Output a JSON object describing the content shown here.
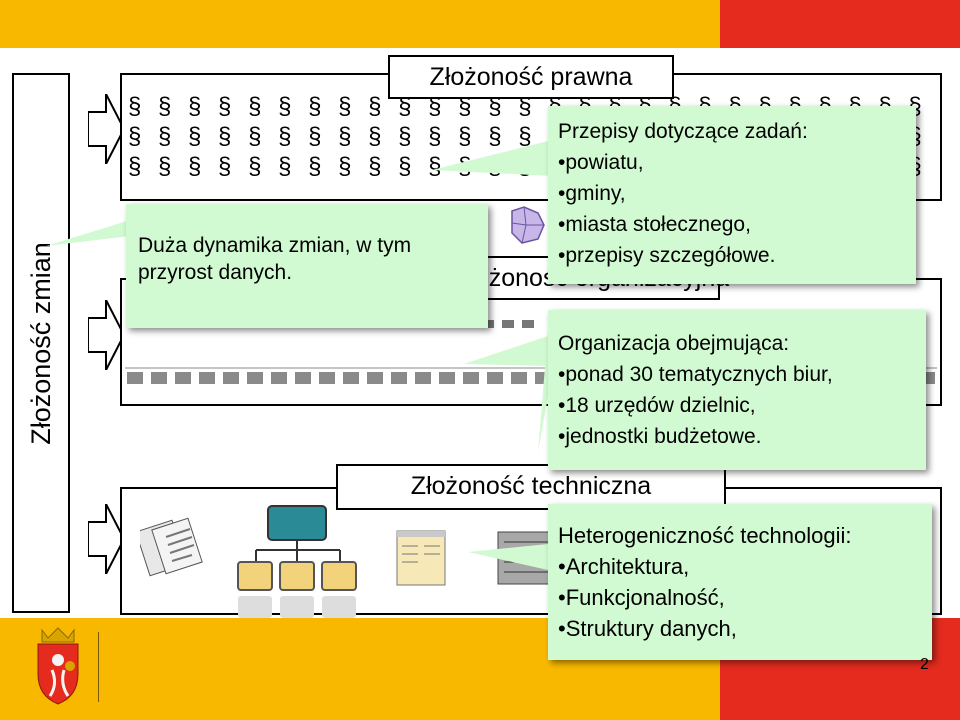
{
  "side_label": "Złożoność zmian",
  "titles": {
    "legal": "Złożoność prawna",
    "organizational": "Złożoność organizacyjna",
    "technical": "Złożoność techniczna"
  },
  "paragraph_symbols": [
    "§ § § § § § § § § § § § § § § § § § § § § § § § § § § § § § § § § §",
    "§ § § § § § § § § § § § § § § § § § § § § § § § § § § § § § § § § §",
    "§ § § § § § § § § § § § § § § § § § § § § § § § § § § § § § § § § §"
  ],
  "callouts": {
    "dynamics": [
      "Duża dynamika zmian, w tym",
      "przyrost danych."
    ],
    "legal": [
      "Przepisy dotyczące zadań:",
      "•powiatu,",
      "•gminy,",
      "•miasta stołecznego,",
      "•przepisy szczegółowe."
    ],
    "organization": [
      "Organizacja obejmująca:",
      "•ponad 30 tematycznych biur,",
      "•18 urzędów dzielnic,",
      "•jednostki budżetowe."
    ],
    "technology": [
      "Heterogeniczność technologii:",
      "•Architektura,",
      "•Funkcjonalność,",
      "•Struktury danych,"
    ]
  },
  "page_number": "2",
  "colors": {
    "yellow": "#f9b800",
    "red": "#e42b1e",
    "callout_bg": "#d2fad2",
    "teal": "#2a8a96",
    "gold": "#f2d27a"
  }
}
